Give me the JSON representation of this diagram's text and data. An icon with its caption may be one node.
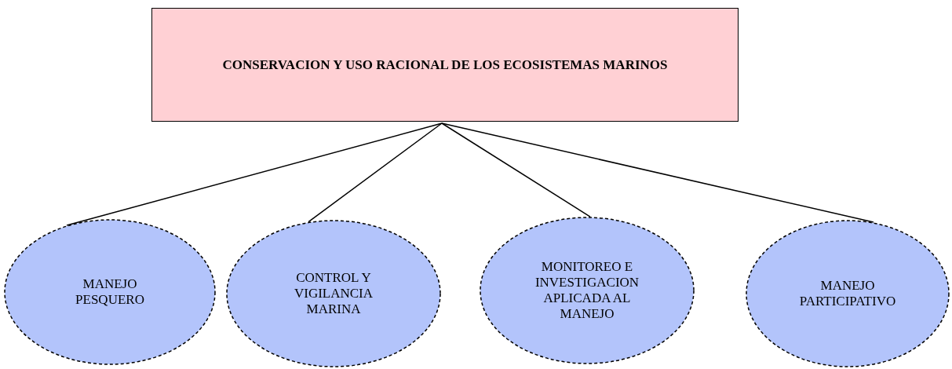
{
  "diagram": {
    "nodes": [
      {
        "text": [
          "CONSERVACION Y USO RACIONAL DE LOS ECOSISTEMAS MARINOS"
        ]
      },
      {
        "text": [
          "MANEJO PESQUERO"
        ]
      },
      {
        "text": [
          "CONTROL Y VIGILANCIA MARINA"
        ]
      },
      {
        "text": [
          "MONITOREO E INVESTIGACION APLICADA AL MANEJO"
        ]
      },
      {
        "text": [
          "MANEJO PARTICIPATIVO"
        ]
      }
    ],
    "edges": [
      {
        "from": 0,
        "to": 1,
        "arrow": "none"
      },
      {
        "from": 0,
        "to": 2,
        "arrow": "none"
      },
      {
        "from": 0,
        "to": 3,
        "arrow": "none"
      },
      {
        "from": 0,
        "to": 4,
        "arrow": "none"
      }
    ]
  }
}
